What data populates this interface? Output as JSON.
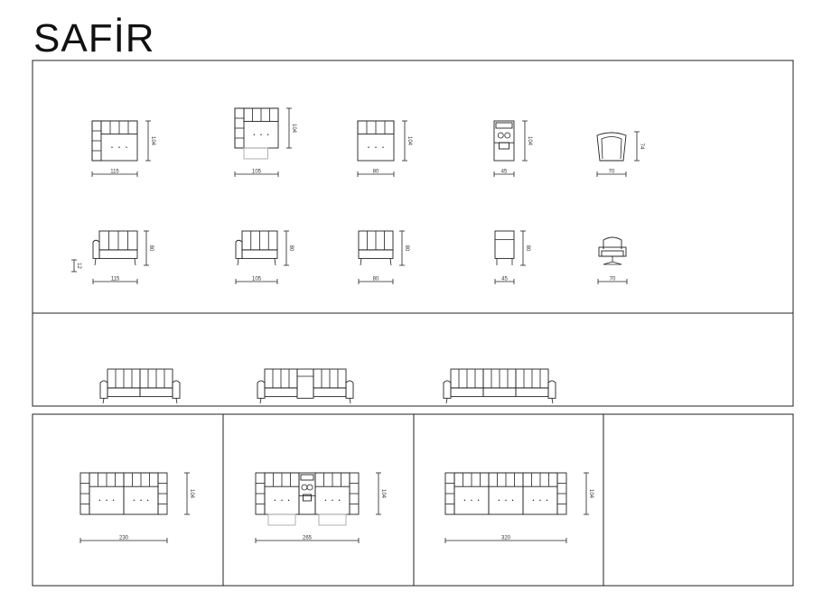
{
  "title": "SAFİR",
  "plan_modules": [
    {
      "kind": "corner-left",
      "width": "115",
      "depth": "104"
    },
    {
      "kind": "corner-right",
      "width": "105",
      "depth": "104"
    },
    {
      "kind": "middle",
      "width": "80",
      "depth": "104"
    },
    {
      "kind": "console",
      "width": "45",
      "depth": "104"
    },
    {
      "kind": "chair",
      "width": "70",
      "depth": "74"
    }
  ],
  "front_modules": [
    {
      "kind": "arm-left",
      "width": "115",
      "height": "80",
      "side": "12"
    },
    {
      "kind": "arm-right",
      "width": "105",
      "height": "80"
    },
    {
      "kind": "middle",
      "width": "80",
      "height": "80"
    },
    {
      "kind": "console",
      "width": "45",
      "height": "80"
    },
    {
      "kind": "swivel-chair",
      "width": "70"
    }
  ],
  "combinations": [
    {
      "name": "2-seat",
      "width": "230",
      "depth": "104"
    },
    {
      "name": "2-seat-console",
      "width": "265",
      "depth": "104"
    },
    {
      "name": "3-seat",
      "width": "320",
      "depth": "104"
    }
  ]
}
